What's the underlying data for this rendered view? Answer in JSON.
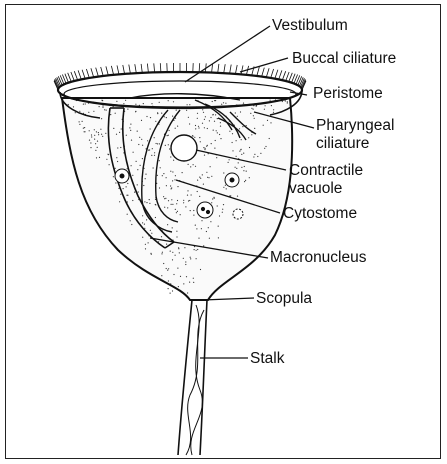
{
  "labels": {
    "vestibulum": "Vestibulum",
    "buccal_ciliature": "Buccal ciliature",
    "peristome": "Peristome",
    "pharyngeal_ciliature_1": "Pharyngeal",
    "pharyngeal_ciliature_2": "ciliature",
    "contractile_vacuole_1": "Contractile",
    "contractile_vacuole_2": "vacuole",
    "cytostome": "Cytostome",
    "macronucleus": "Macronucleus",
    "scopula": "Scopula",
    "stalk": "Stalk"
  },
  "colors": {
    "ink": "#111111",
    "stipple": "#333333",
    "border": "#222222"
  }
}
